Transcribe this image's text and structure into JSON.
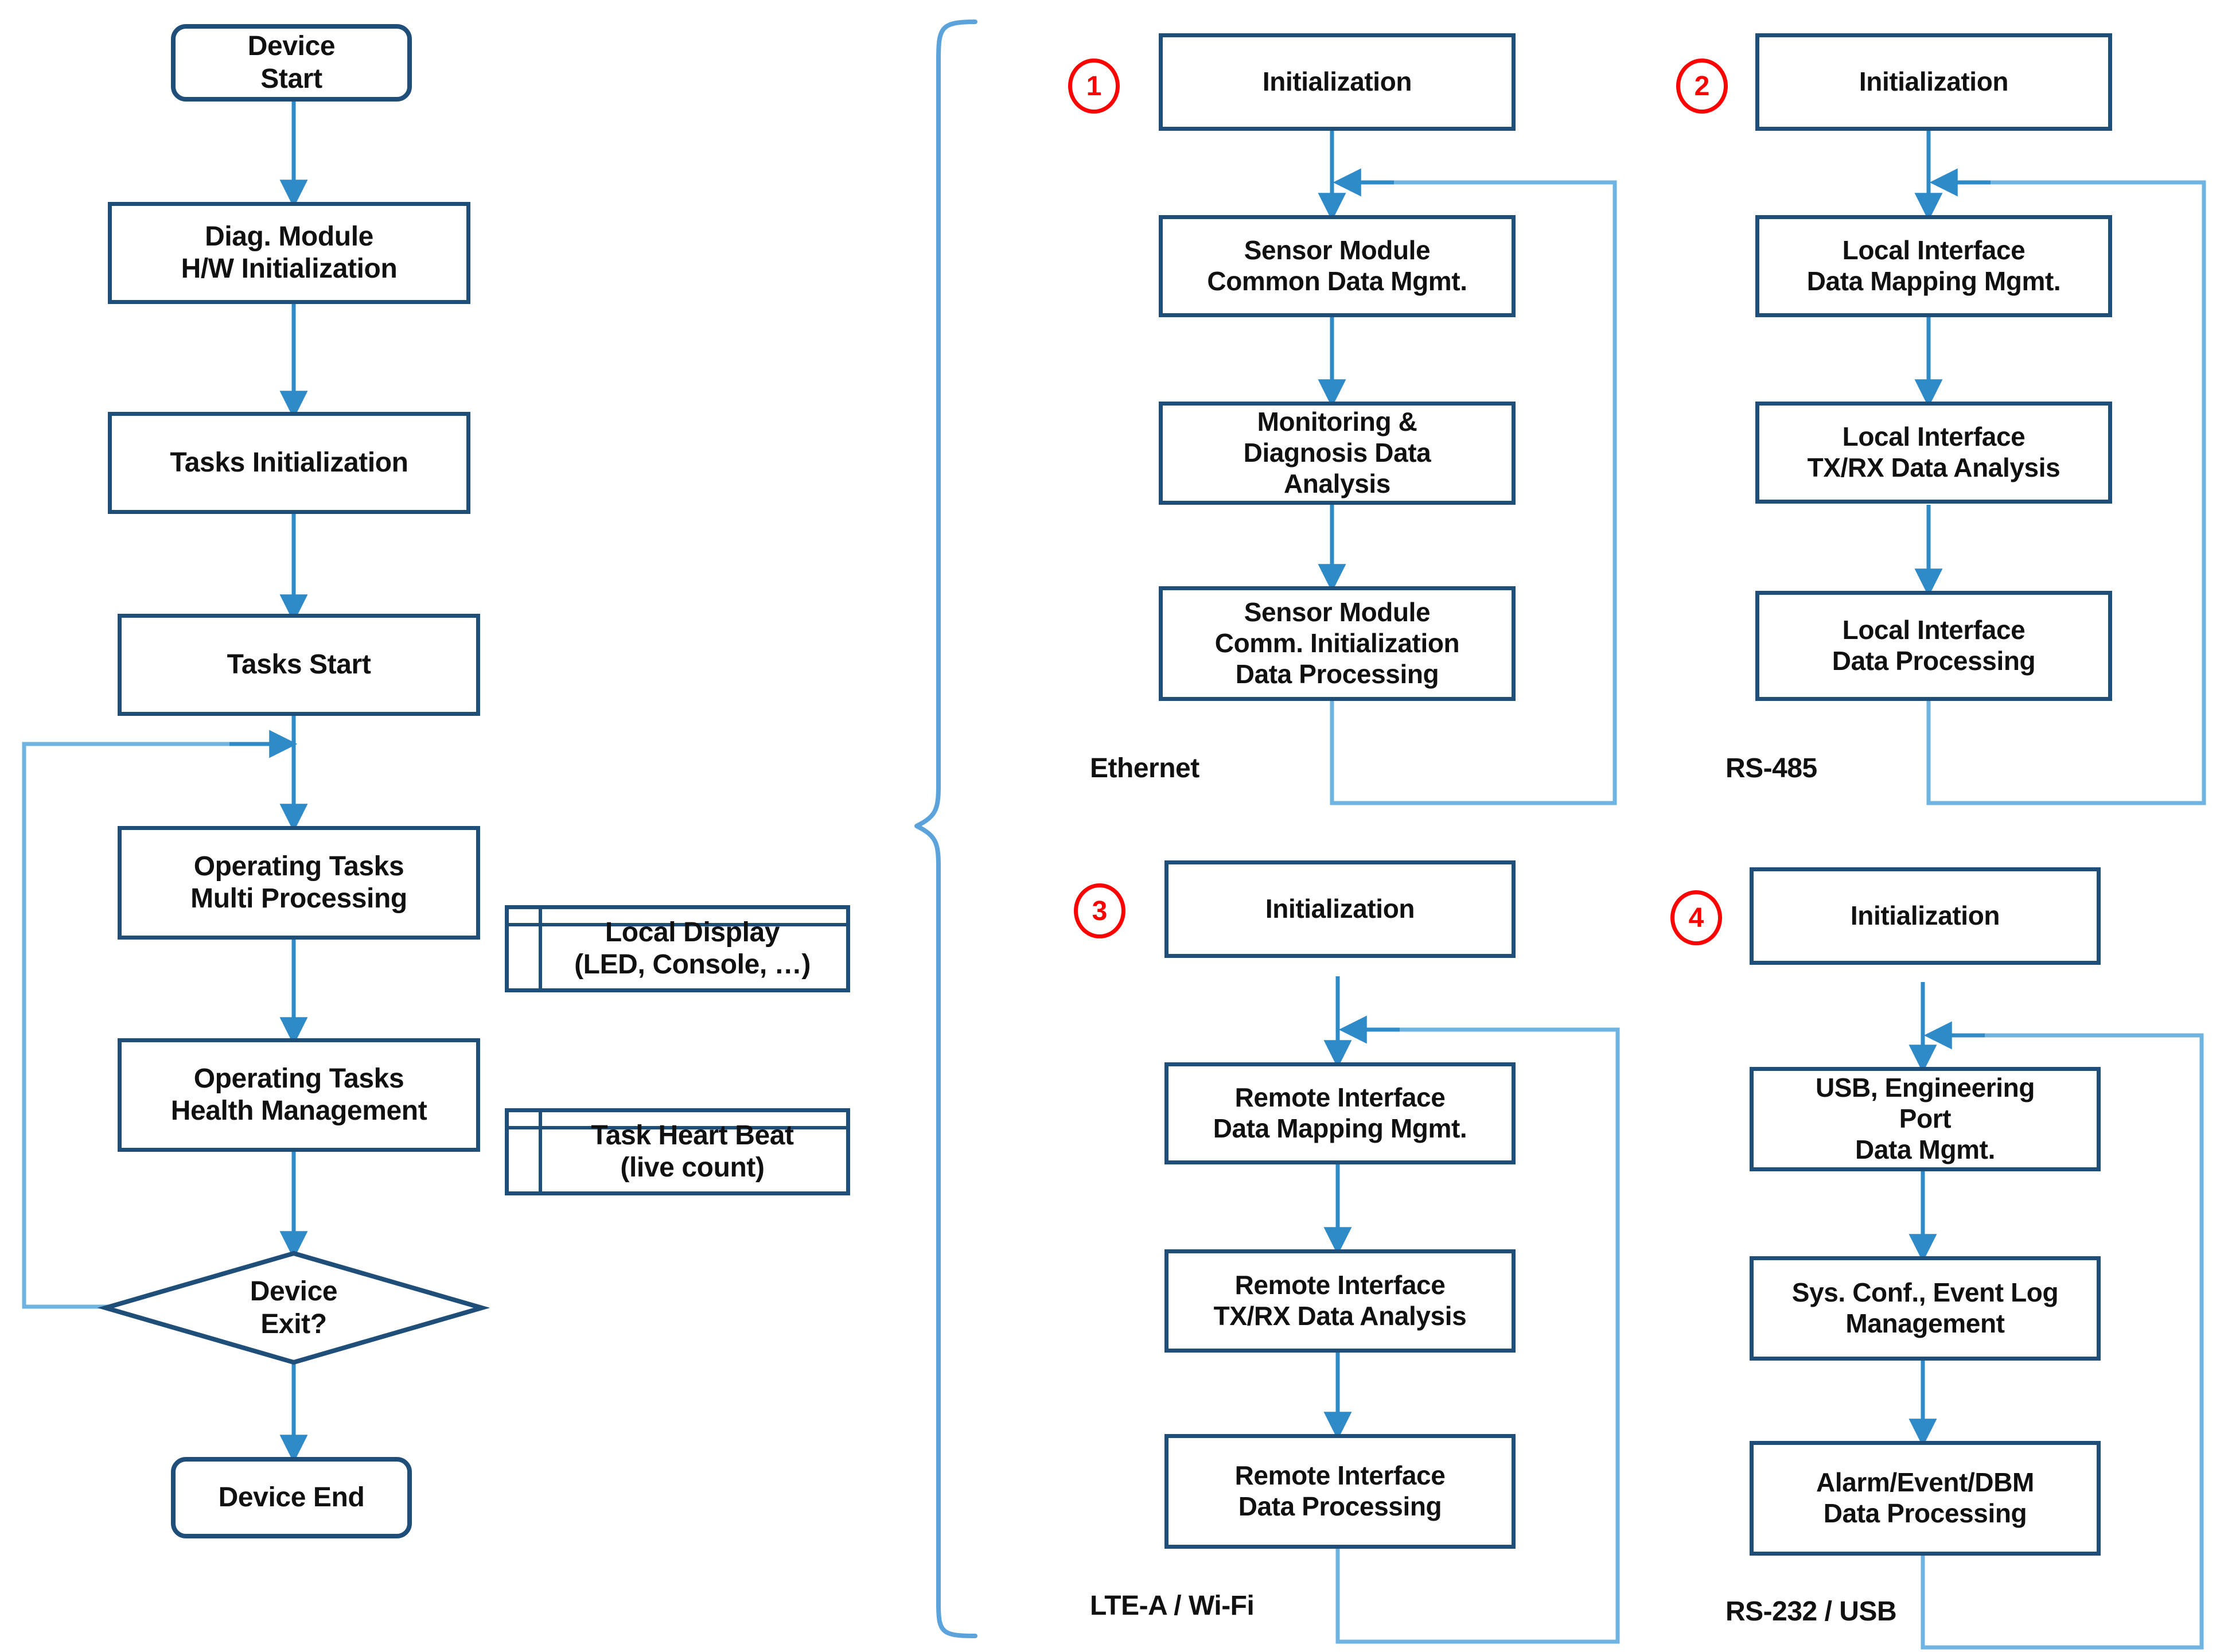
{
  "diagram": {
    "title": "Device firmware task flow and communication interface processing",
    "colors": {
      "node_border": "#1F4E79",
      "connector": "#2E8BC8",
      "loop_line": "#6FB3E0",
      "marker": "#FF0000",
      "text": "#111111",
      "background": "#FFFFFF"
    }
  },
  "main_flow": {
    "nodes": [
      {
        "id": "device-start",
        "label": "Device\nStart",
        "shape": "terminator"
      },
      {
        "id": "diag-init",
        "label": "Diag. Module\nH/W Initialization",
        "shape": "process"
      },
      {
        "id": "tasks-init",
        "label": "Tasks Initialization",
        "shape": "process"
      },
      {
        "id": "tasks-start",
        "label": "Tasks Start",
        "shape": "process"
      },
      {
        "id": "op-multi",
        "label": "Operating Tasks\nMulti Processing",
        "shape": "process"
      },
      {
        "id": "op-health",
        "label": "Operating Tasks\nHealth Management",
        "shape": "process"
      },
      {
        "id": "device-exit",
        "label": "Device\nExit?",
        "shape": "decision"
      },
      {
        "id": "device-end",
        "label": "Device End",
        "shape": "terminator"
      }
    ],
    "side_nodes": [
      {
        "id": "local-display",
        "label": "Local Display\n(LED, Console, …)",
        "shape": "predefined-process"
      },
      {
        "id": "heart-beat",
        "label": "Task Heart Beat\n(live count)",
        "shape": "predefined-process"
      }
    ]
  },
  "panels": [
    {
      "marker": "1",
      "caption": "Ethernet",
      "nodes": [
        "Initialization",
        "Sensor Module\nCommon Data Mgmt.",
        "Monitoring &\nDiagnosis Data\nAnalysis",
        "Sensor Module\nComm. Initialization\nData Processing"
      ]
    },
    {
      "marker": "2",
      "caption": "RS-485",
      "nodes": [
        "Initialization",
        "Local Interface\nData Mapping Mgmt.",
        "Local Interface\nTX/RX Data Analysis",
        "Local Interface\nData Processing"
      ]
    },
    {
      "marker": "3",
      "caption": "LTE-A / Wi-Fi",
      "nodes": [
        "Initialization",
        "Remote Interface\nData Mapping Mgmt.",
        "Remote Interface\nTX/RX Data Analysis",
        "Remote Interface\nData Processing"
      ]
    },
    {
      "marker": "4",
      "caption": "RS-232 / USB",
      "nodes": [
        "Initialization",
        "USB, Engineering\nPort\nData Mgmt.",
        "Sys. Conf., Event Log\nManagement",
        "Alarm/Event/DBM\nData Processing"
      ]
    }
  ]
}
